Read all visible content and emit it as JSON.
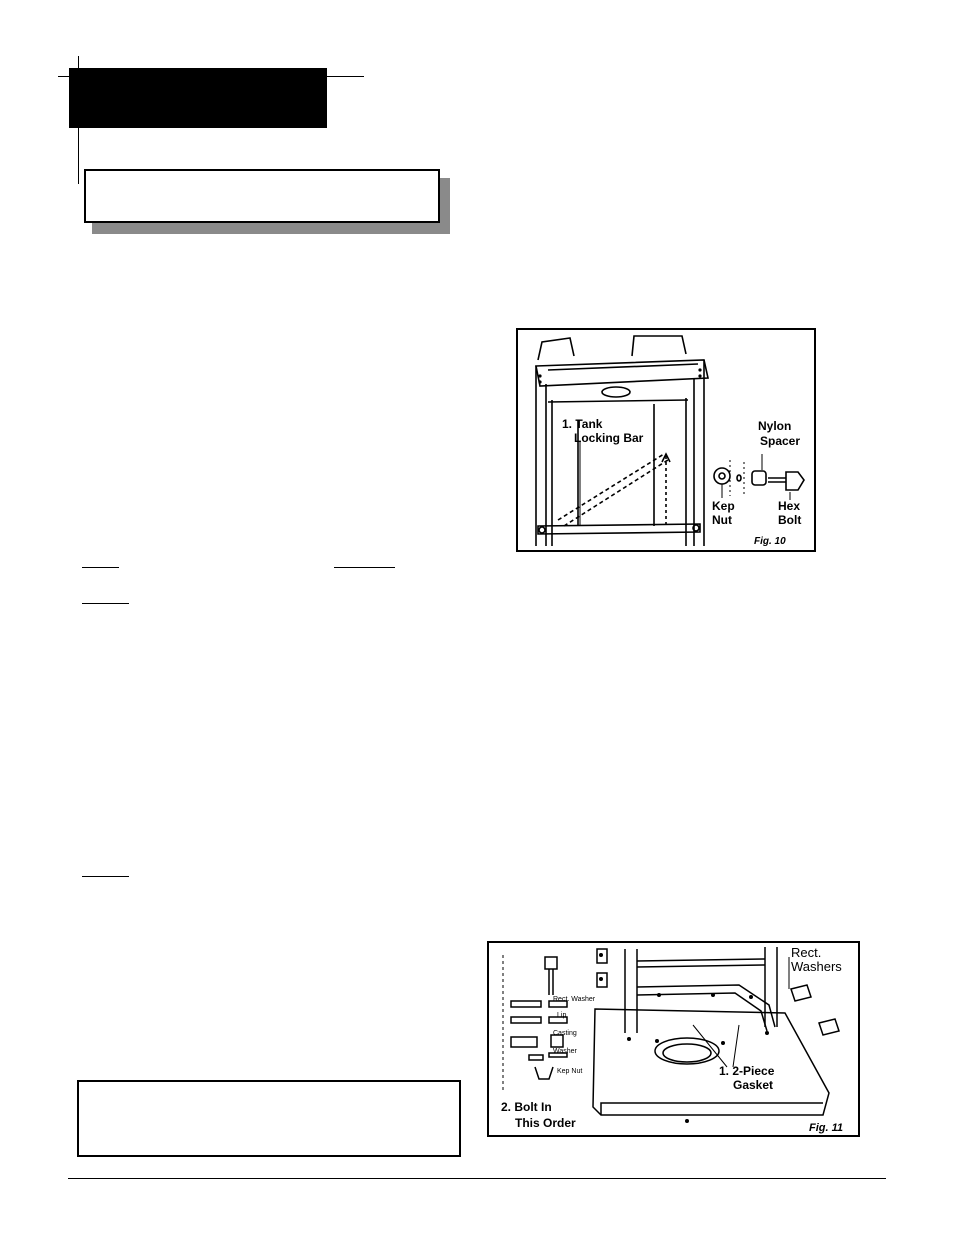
{
  "fig10": {
    "callout_1": "1. Tank",
    "callout_1b": "Locking Bar",
    "nylon": "Nylon",
    "spacer": "Spacer",
    "kep": "Kep",
    "nut": "Nut",
    "hex": "Hex",
    "bolt": "Bolt",
    "caption": "Fig. 10"
  },
  "fig11": {
    "rect": "Rect.",
    "washers": "Washers",
    "gasket_1": "1. 2-Piece",
    "gasket_2": "Gasket",
    "order_1": "2. Bolt In",
    "order_2": "This Order",
    "legend_rect_washer": "Rect. Washer",
    "legend_lip": "Lip",
    "legend_casting": "Casting",
    "legend_washer": "Washer",
    "legend_kep_nut": "Kep Nut",
    "caption": "Fig. 11"
  }
}
